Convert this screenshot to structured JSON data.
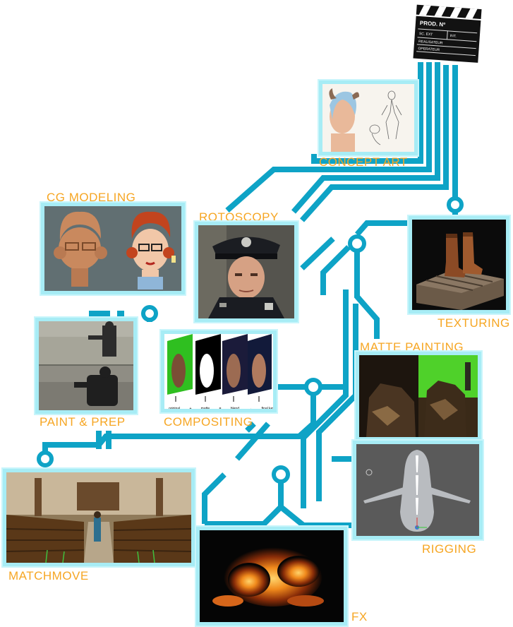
{
  "accent_color": "#0ea3c6",
  "frame_color": "#a7ecf5",
  "label_color": "#f6a623",
  "clapperboard": {
    "icon": "clapperboard-icon",
    "text_title": "PROD. Nº",
    "rows": [
      "SC. EXT",
      "INT.",
      "REALISATEUR",
      "OPERATEUR"
    ]
  },
  "nodes": {
    "concept_art": {
      "label": "CONCEPT ART"
    },
    "cg_modeling": {
      "label": "CG MODELING"
    },
    "rotoscopy": {
      "label": "ROTOSCOPY"
    },
    "texturing": {
      "label": "TEXTURING"
    },
    "paint_prep": {
      "label": "PAINT & PREP"
    },
    "compositing": {
      "label": "COMPOSITING",
      "captions": [
        "original",
        "+",
        "matte",
        "=",
        "blend",
        "→",
        "final key"
      ]
    },
    "matte_painting": {
      "label": "MATTE PAINTING"
    },
    "rigging": {
      "label": "RIGGING"
    },
    "matchmove": {
      "label": "MATCHMOVE"
    },
    "fx": {
      "label": "FX"
    }
  }
}
